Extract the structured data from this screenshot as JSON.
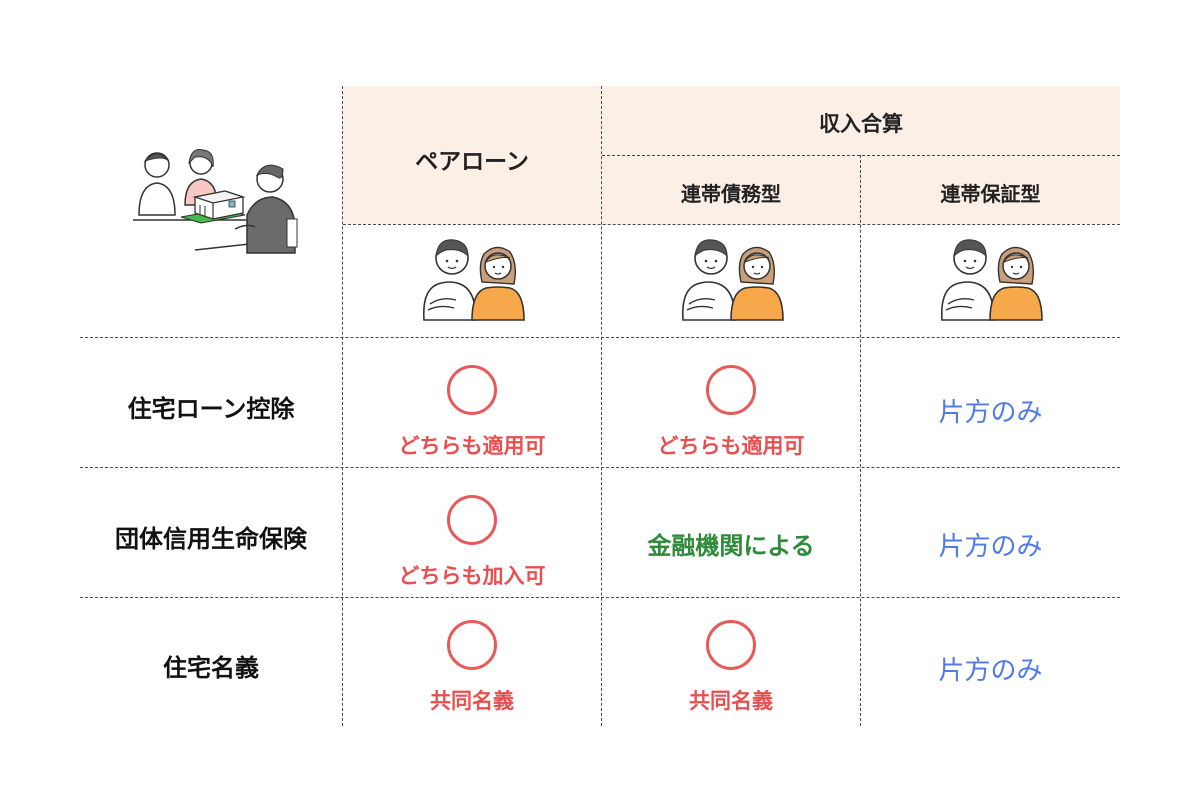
{
  "header": {
    "pair_loan": "ペアローン",
    "income_combination": "収入合算",
    "joint_debt": "連帯債務型",
    "joint_guarantee": "連帯保証型"
  },
  "rows": [
    {
      "label": "住宅ローン控除",
      "pair_loan": {
        "mark": "○",
        "note": "どちらも適用可"
      },
      "joint_debt": {
        "mark": "○",
        "note": "どちらも適用可"
      },
      "joint_guarantee": {
        "text": "片方のみ"
      }
    },
    {
      "label": "団体信用生命保険",
      "pair_loan": {
        "mark": "○",
        "note": "どちらも加入可"
      },
      "joint_debt": {
        "text": "金融機関による"
      },
      "joint_guarantee": {
        "text": "片方のみ"
      }
    },
    {
      "label": "住宅名義",
      "pair_loan": {
        "mark": "○",
        "note": "共同名義"
      },
      "joint_debt": {
        "mark": "○",
        "note": "共同名義"
      },
      "joint_guarantee": {
        "text": "片方のみ"
      }
    }
  ],
  "colors": {
    "header_bg": "#fcefe5",
    "circle": "#e85a5a",
    "note_red": "#e85050",
    "text_blue": "#4f7be8",
    "text_green": "#2f8a3a"
  },
  "icons": {
    "consultation": "consultation-illustration-icon",
    "couple": "couple-illustration-icon"
  }
}
